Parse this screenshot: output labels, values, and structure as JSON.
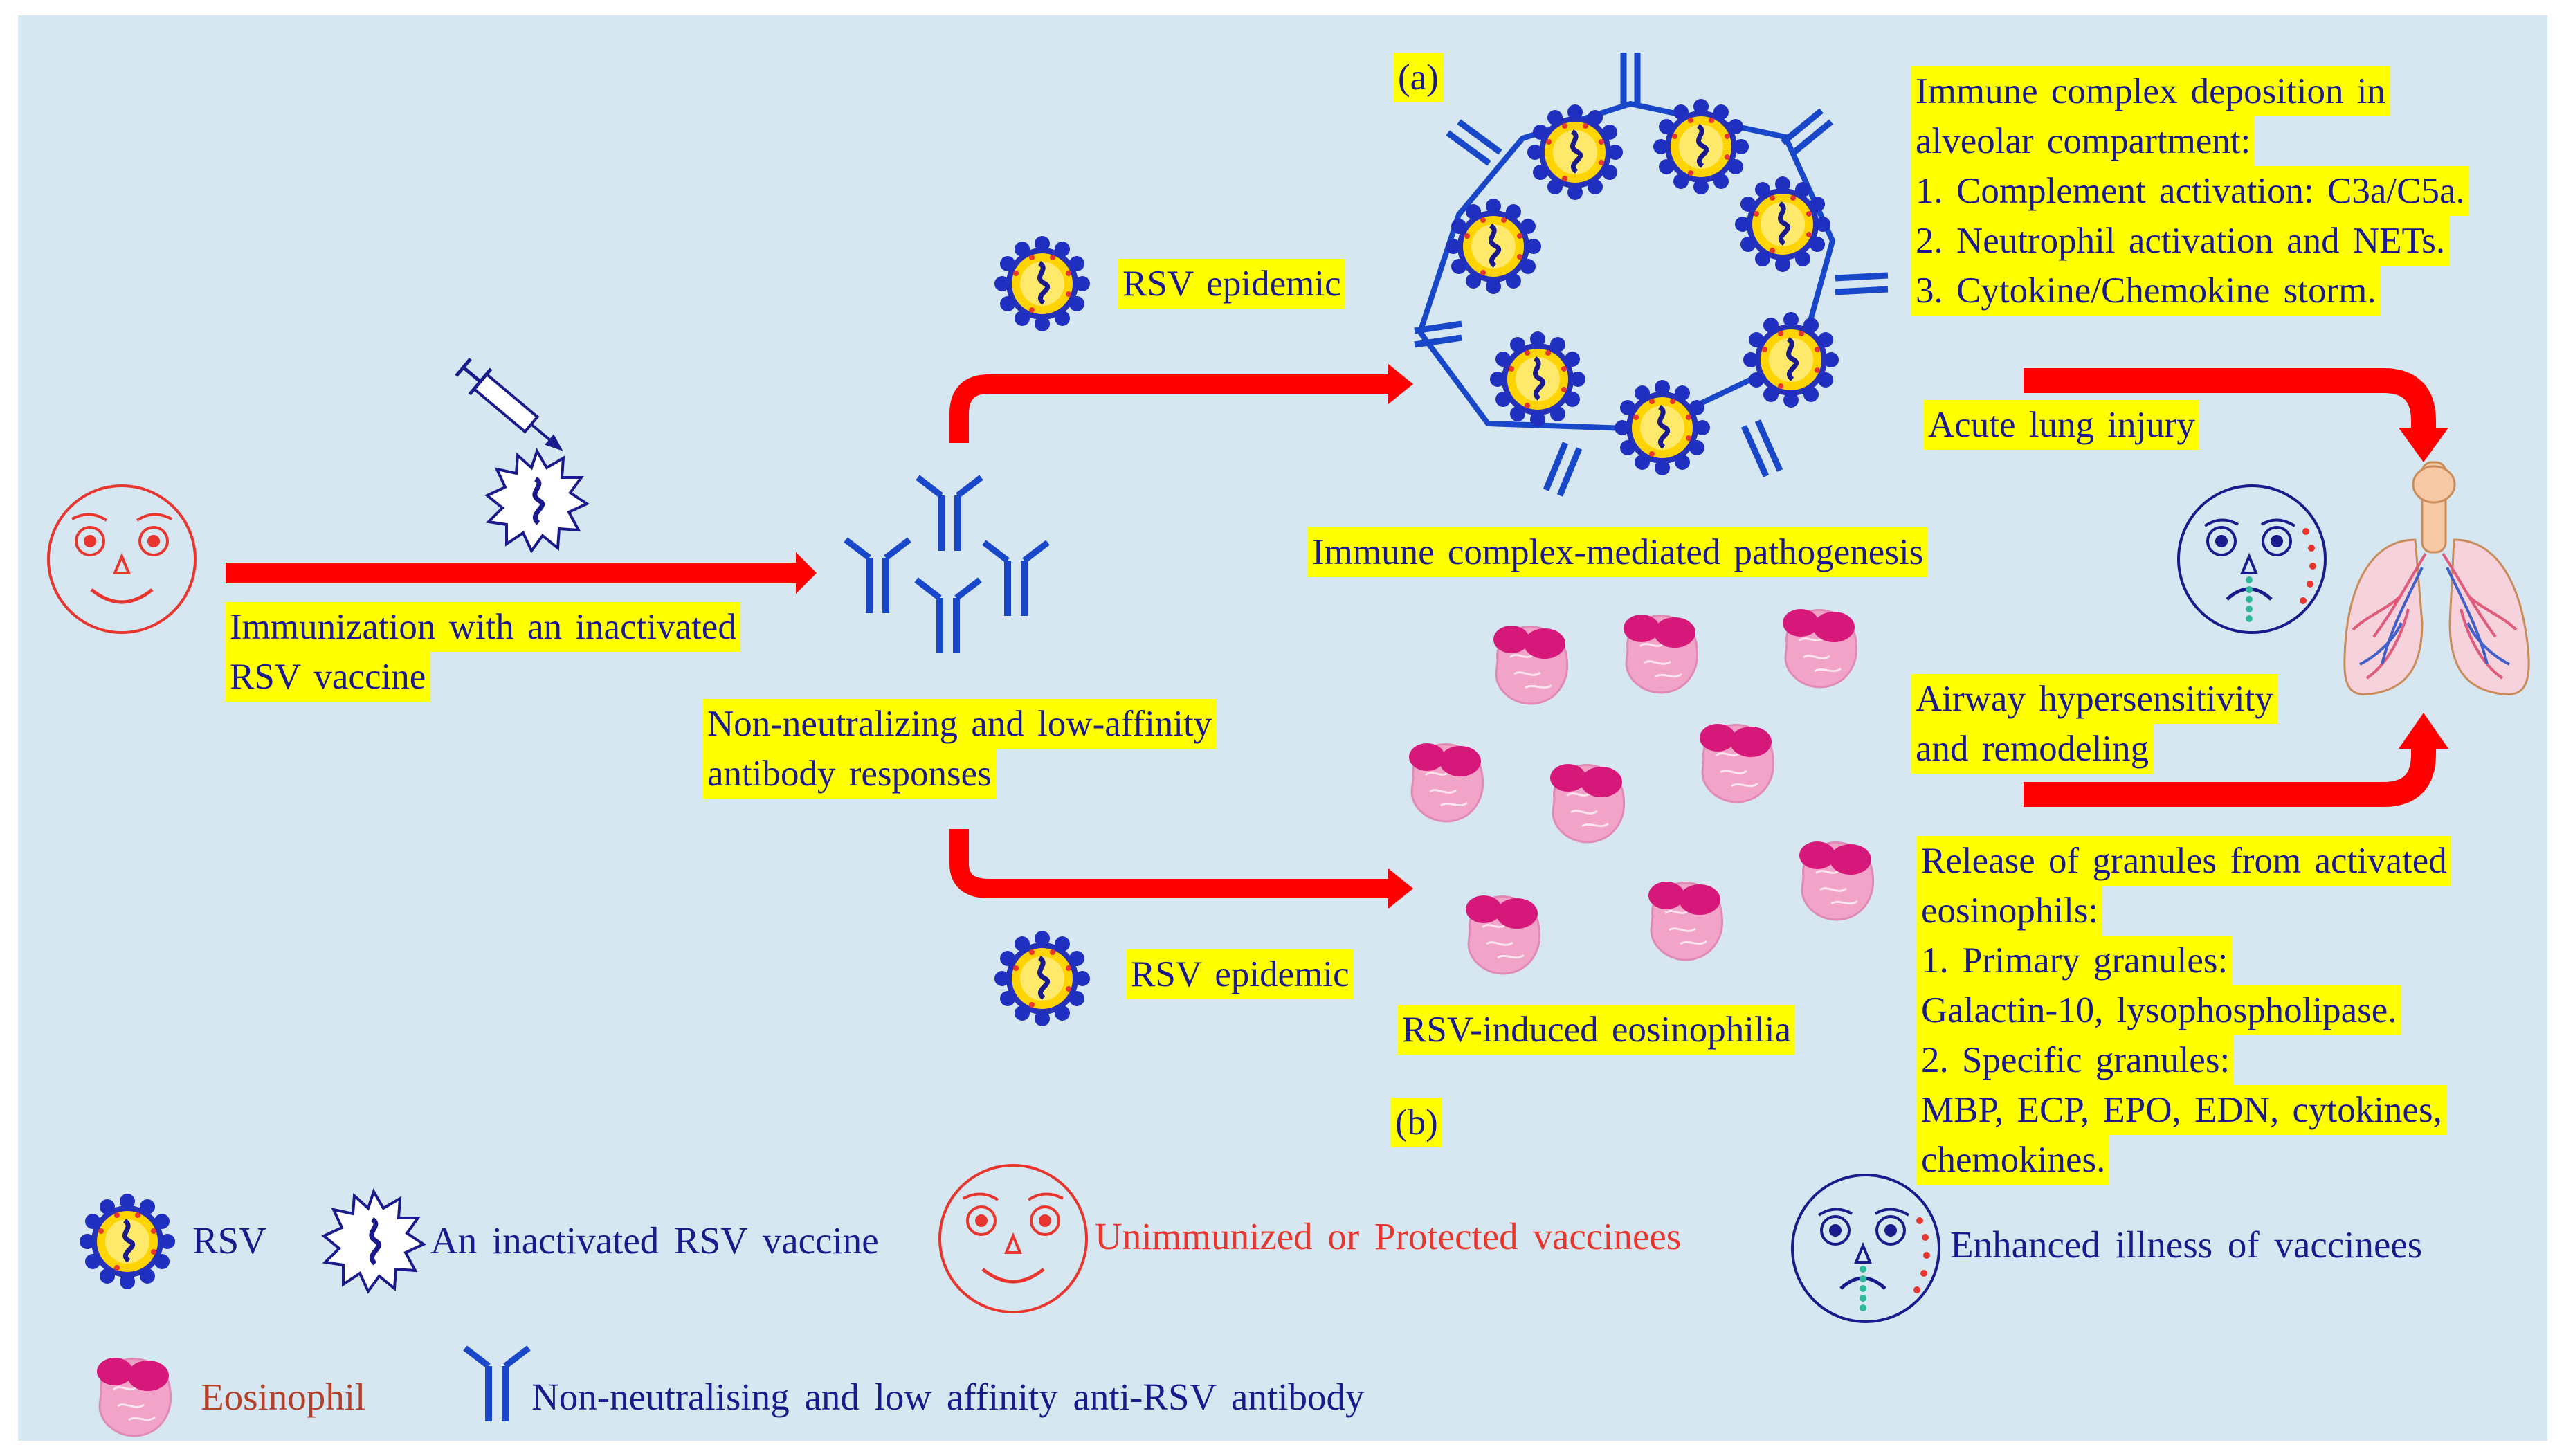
{
  "colors": {
    "background": "#d6e7f2",
    "arrow": "#ff0000",
    "highlight": "#ffff00",
    "text_blue": "#1a1a8c",
    "text_red": "#e8362f",
    "eosinophil_label": "#b2402a",
    "antibody": "#1947c9",
    "virus_core": "#ffd400",
    "eosinophil": "#f2a3c8"
  },
  "labels": {
    "panel_a": "(a)",
    "panel_b": "(b)",
    "rsv_epidemic_top": "RSV epidemic",
    "rsv_epidemic_bottom": "RSV epidemic",
    "immunization": [
      "Immunization  with  an inactivated",
      "RSV vaccine"
    ],
    "antibody_responses": [
      "Non-neutralizing  and  low-affinity",
      "antibody  responses"
    ],
    "immune_complex_pathogenesis": "Immune  complex-mediated  pathogenesis",
    "rsv_eosinophilia": "RSV-induced  eosinophilia",
    "acute_lung_injury": "Acute  lung  injury",
    "airway": [
      "Airway  hypersensitivity",
      "and  remodeling"
    ],
    "immune_deposition": [
      "Immune  complex  deposition  in",
      "alveolar  compartment:",
      "1.  Complement  activation:  C3a/C5a.",
      "2.  Neutrophil  activation  and  NETs.",
      "3.  Cytokine/Chemokine  storm."
    ],
    "granules": [
      "Release  of granules  from  activated",
      "eosinophils:",
      "1.  Primary  granules:",
      "Galactin-10,  lysophospholipase.",
      "2.  Specific  granules:",
      "MBP,  ECP,  EPO,  EDN,  cytokines,",
      "chemokines."
    ]
  },
  "legend": {
    "rsv": "RSV",
    "vaccine": "An  inactivated  RSV  vaccine",
    "protected": "Unimmunized  or Protected  vaccinees",
    "enhanced": "Enhanced  illness  of vaccinees",
    "eosinophil": "Eosinophil",
    "antibody": "Non-neutralising  and  low affinity  anti-RSV  antibody"
  }
}
